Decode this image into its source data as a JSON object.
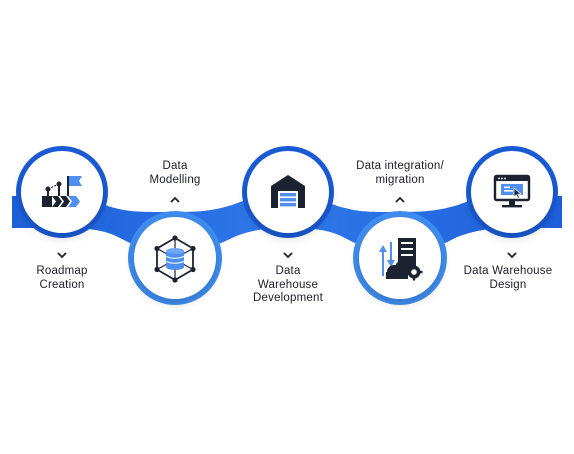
{
  "steps": [
    {
      "id": "roadmap",
      "lines": [
        "Roadmap",
        "Creation"
      ],
      "icon": "roadmap-flag-icon",
      "label_position": "below"
    },
    {
      "id": "modelling",
      "lines": [
        "Data",
        "Modelling"
      ],
      "icon": "database-network-icon",
      "label_position": "above"
    },
    {
      "id": "development",
      "lines": [
        "Data",
        "Warehouse",
        "Development"
      ],
      "icon": "warehouse-icon",
      "label_position": "below"
    },
    {
      "id": "integration",
      "lines": [
        "Data integration/",
        "migration"
      ],
      "icon": "cloud-server-sync-icon",
      "label_position": "above"
    },
    {
      "id": "design",
      "lines": [
        "Data Warehouse",
        "Design"
      ],
      "icon": "monitor-design-icon",
      "label_position": "below"
    }
  ],
  "colors": {
    "band_dark": "#1a5bd6",
    "band_light": "#3f8df0",
    "icon_dark": "#1c2230",
    "icon_accent": "#4e8ff0",
    "text": "#1d1d2b",
    "circle": "#ffffff"
  }
}
